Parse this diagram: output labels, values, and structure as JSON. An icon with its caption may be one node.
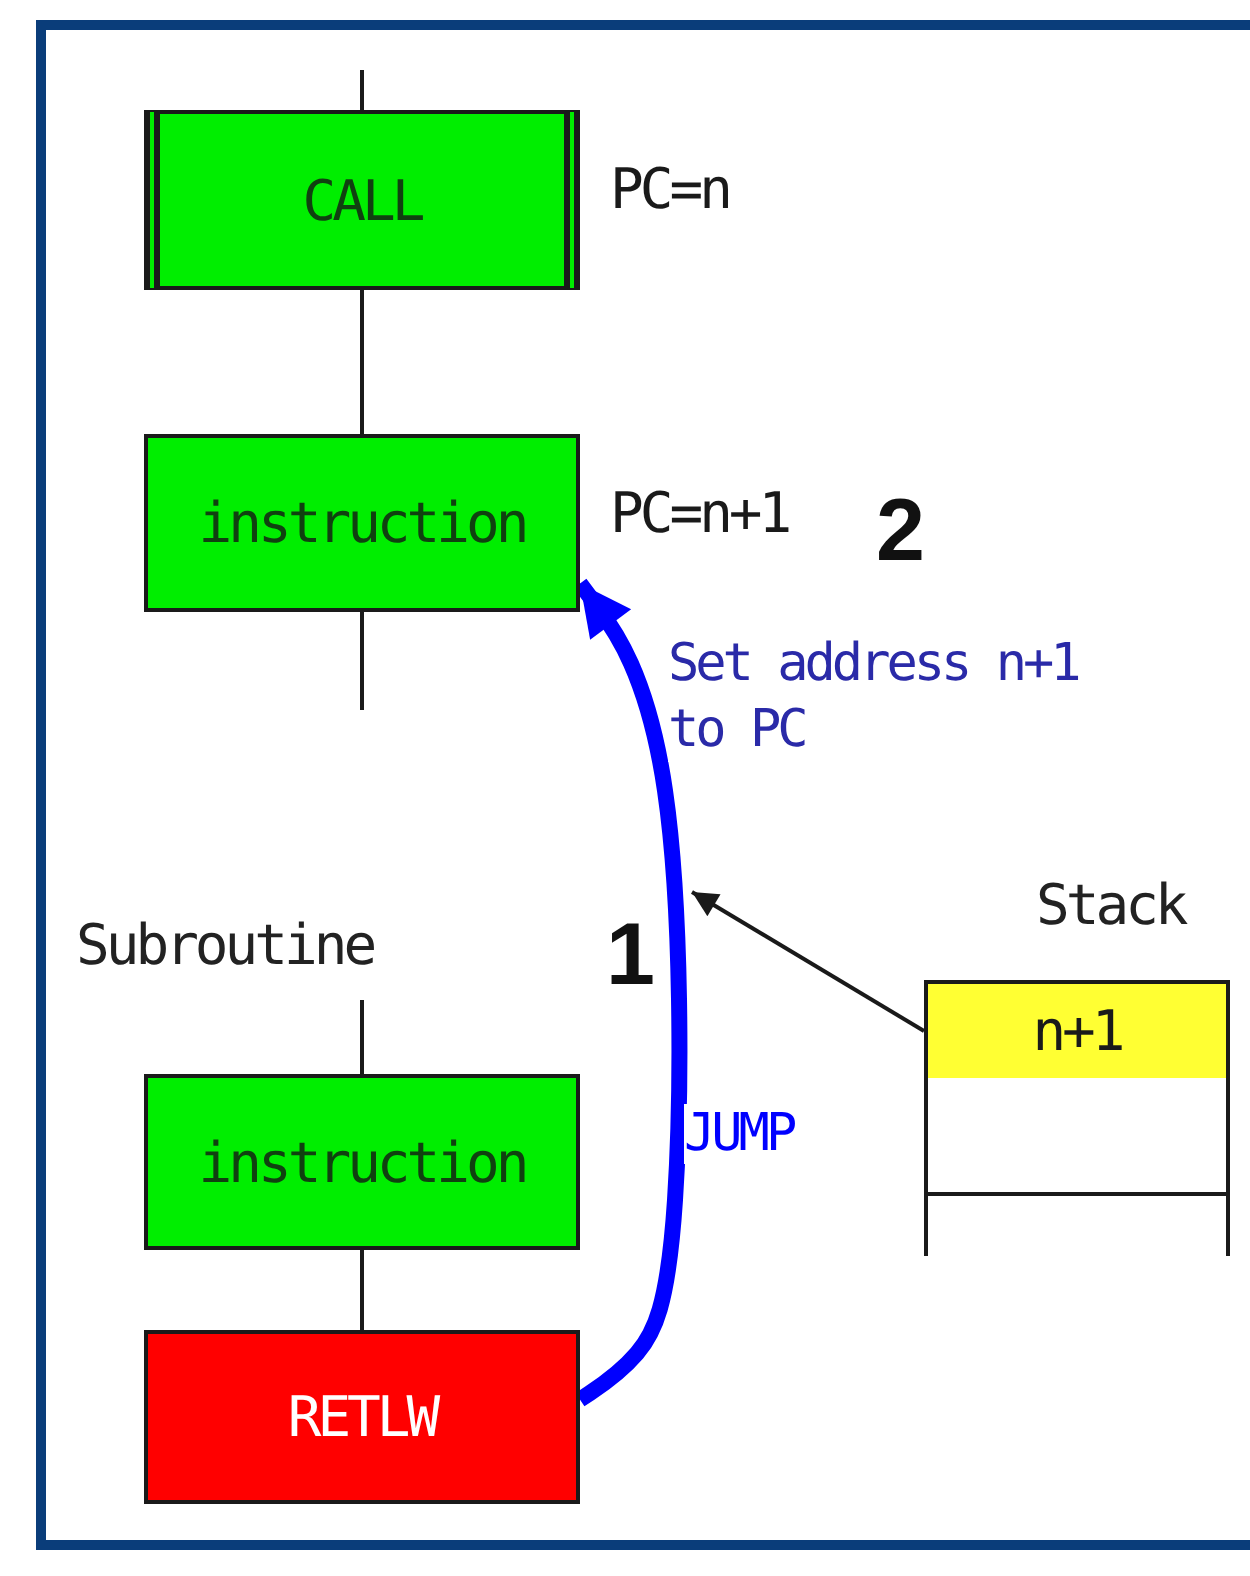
{
  "diagram": {
    "nodes": [
      {
        "text": [
          "CALL"
        ],
        "beside": [
          "PC=n"
        ]
      },
      {
        "text": [
          "instruction"
        ],
        "beside": [
          "PC=n+1"
        ]
      },
      {
        "text": [
          "instruction"
        ]
      },
      {
        "text": [
          "RETLW"
        ]
      },
      {
        "text": [
          "n+1"
        ]
      },
      {
        "text": [],
        "shape": "box"
      }
    ],
    "edges": [
      {
        "from": null,
        "to": 0,
        "arrow": "none"
      },
      {
        "from": 0,
        "to": 1,
        "arrow": "none"
      },
      {
        "from": 1,
        "to": null,
        "arrow": "none"
      },
      {
        "from": null,
        "to": 2,
        "arrow": "none"
      },
      {
        "from": 2,
        "to": 3,
        "arrow": "none"
      },
      {
        "from": 3,
        "to": 1,
        "arrow": "to",
        "label": "JUMP",
        "style": "thick",
        "color": "#0000ff"
      },
      {
        "from": 4,
        "to": null,
        "arrow": "to"
      }
    ],
    "labels": [
      "2",
      "Set address n+1 to PC",
      "1",
      "Subroutine",
      "Stack"
    ]
  }
}
